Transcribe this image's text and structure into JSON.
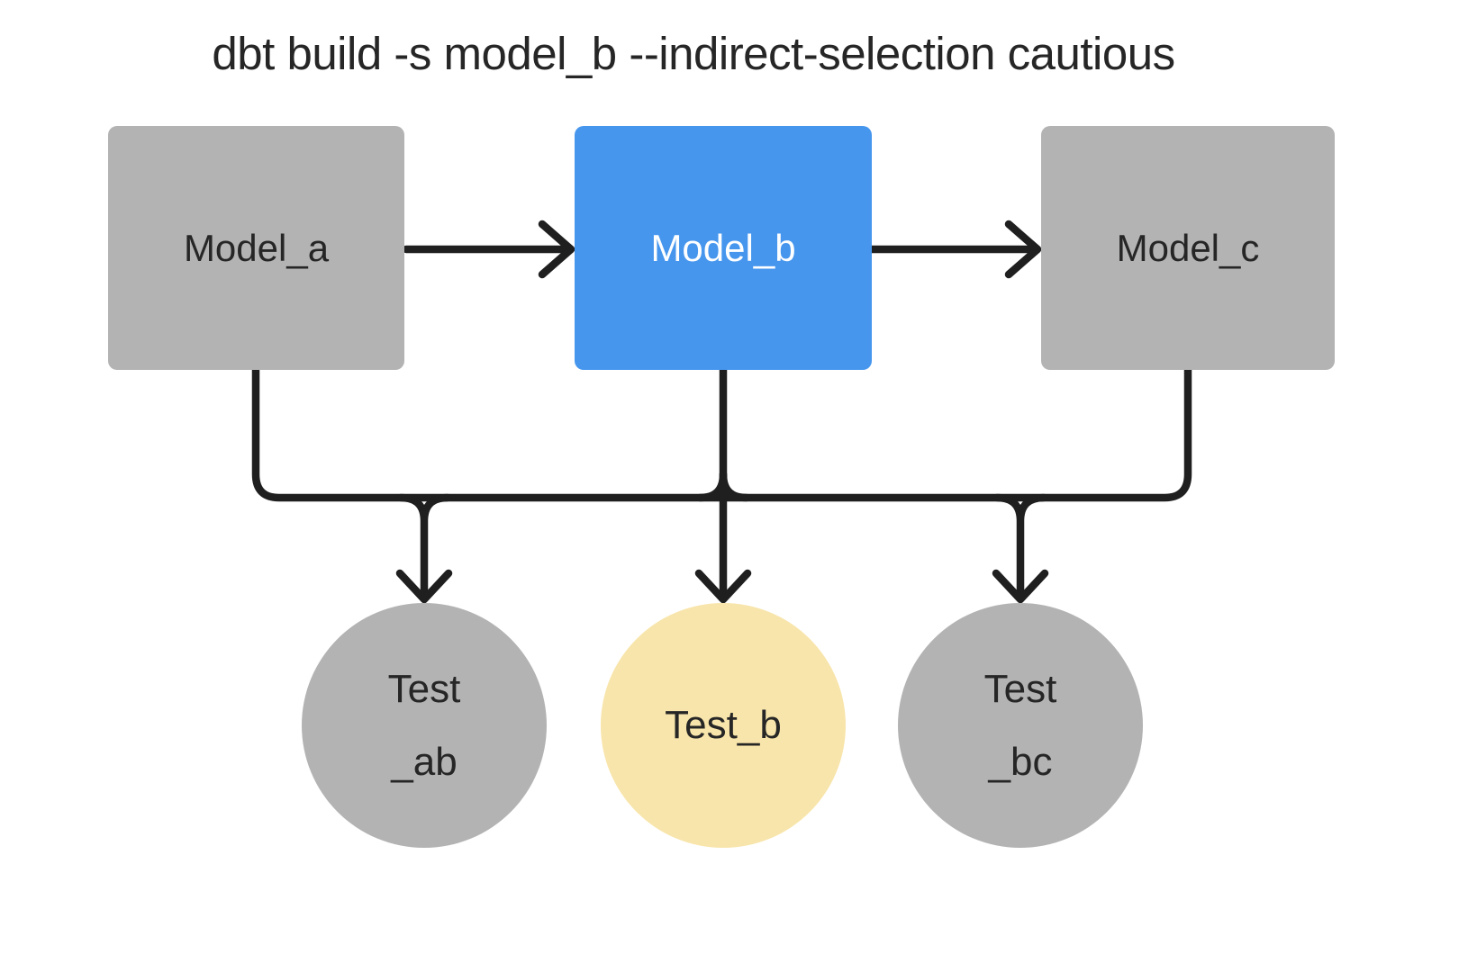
{
  "title": "dbt build -s model_b --indirect-selection cautious",
  "colors": {
    "background": "#ffffff",
    "node_gray": "#b3b3b3",
    "node_blue": "#4696ee",
    "node_yellow": "#f8e5ab",
    "edge": "#1f1f1f",
    "text_dark": "#262626",
    "text_light": "#ffffff"
  },
  "models": [
    {
      "id": "model_a",
      "label": "Model_a",
      "variant": "gray"
    },
    {
      "id": "model_b",
      "label": "Model_b",
      "variant": "blue"
    },
    {
      "id": "model_c",
      "label": "Model_c",
      "variant": "gray"
    }
  ],
  "tests": [
    {
      "id": "test_ab",
      "line1": "Test",
      "line2": "_ab",
      "variant": "gray"
    },
    {
      "id": "test_b",
      "line1": "Test_b",
      "line2": "",
      "variant": "yellow"
    },
    {
      "id": "test_bc",
      "line1": "Test",
      "line2": "_bc",
      "variant": "gray"
    }
  ],
  "edges": [
    {
      "from": "model_a",
      "to": "model_b"
    },
    {
      "from": "model_b",
      "to": "model_c"
    },
    {
      "from": "model_a",
      "to": "test_ab"
    },
    {
      "from": "model_b",
      "to": "test_ab"
    },
    {
      "from": "model_b",
      "to": "test_b"
    },
    {
      "from": "model_b",
      "to": "test_bc"
    },
    {
      "from": "model_c",
      "to": "test_bc"
    }
  ]
}
